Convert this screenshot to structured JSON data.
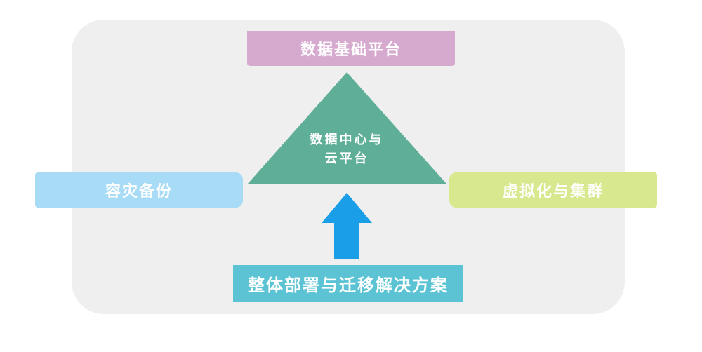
{
  "diagram": {
    "top_box": "数据基础平台",
    "left_box": "容灾备份",
    "right_box": "虚拟化与集群",
    "bottom_box": "整体部署与迁移解决方案",
    "center": {
      "line1": "数据中心与",
      "line2": "云平台"
    }
  },
  "colors": {
    "panel": "#efefef",
    "top_box": "#d6a9cf",
    "left_box": "#a8dbf5",
    "right_box": "#d7e88e",
    "bottom_box": "#5bc3d3",
    "triangle": "#5fae98",
    "arrow": "#1a9ee8"
  }
}
